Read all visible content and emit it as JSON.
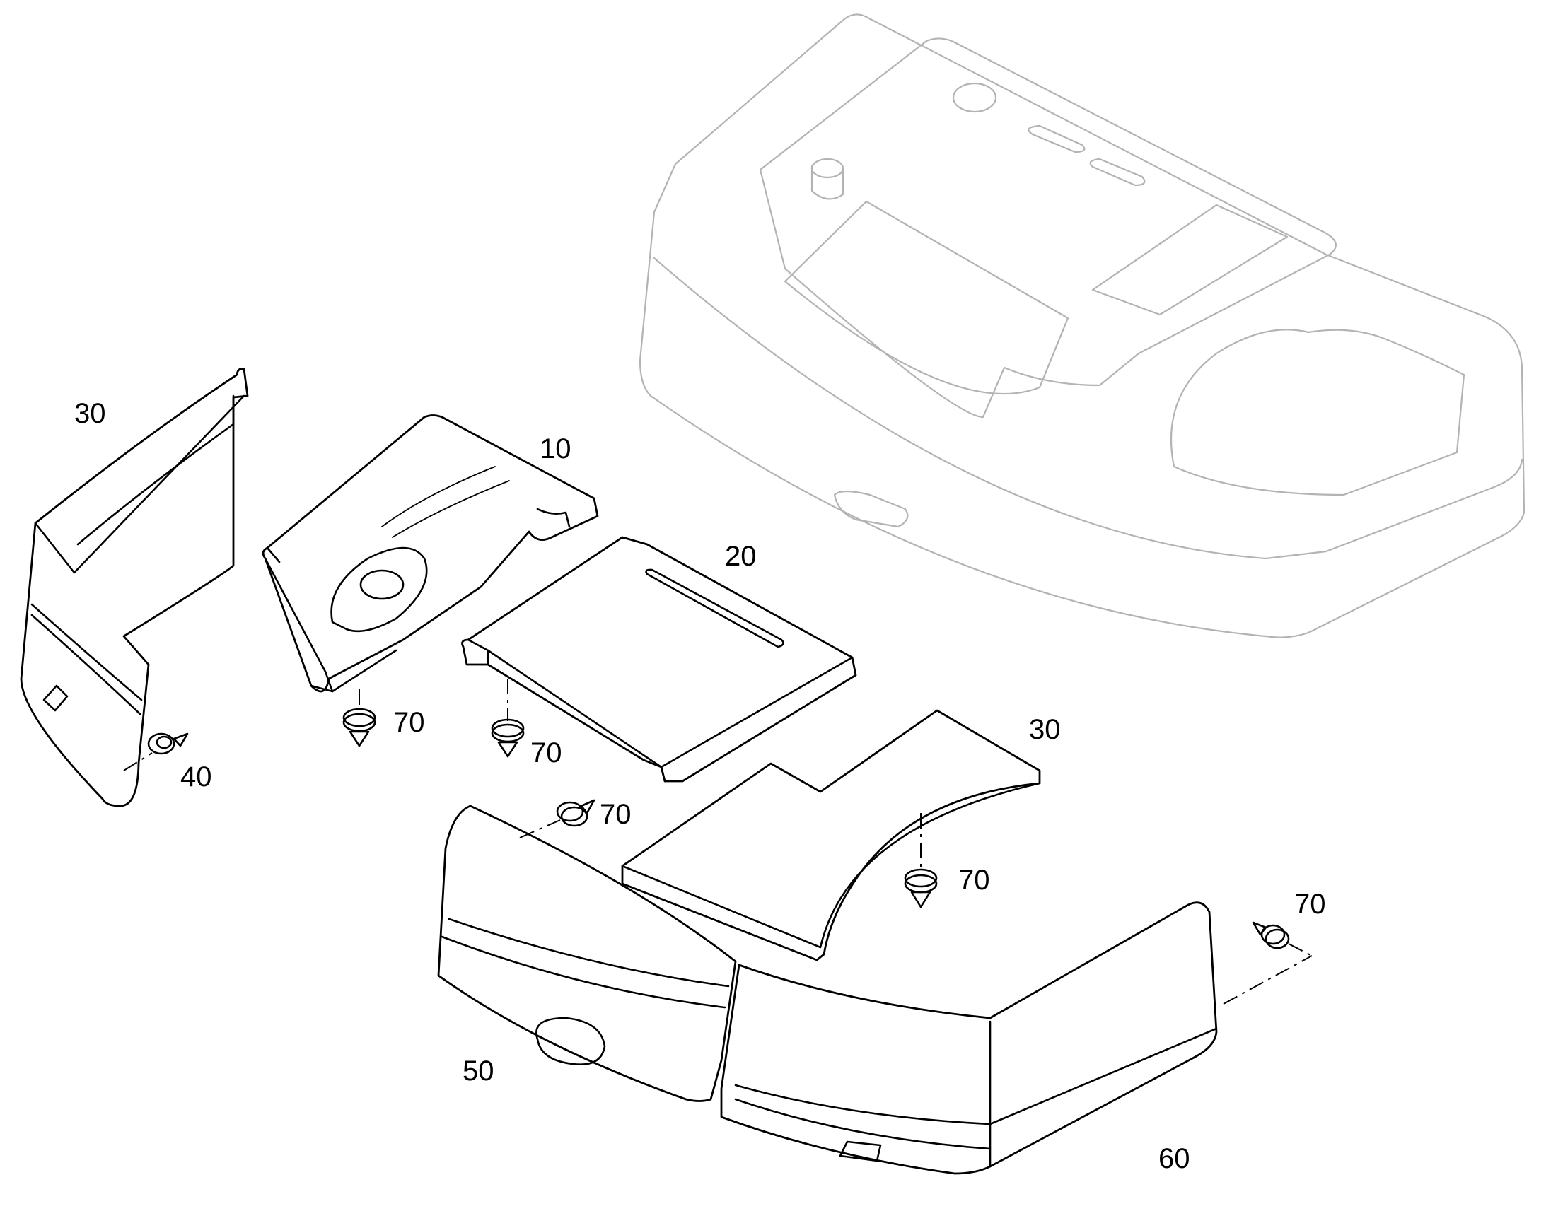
{
  "diagram": {
    "type": "exploded parts view",
    "callouts": {
      "p10": "10",
      "p20": "20",
      "p30_left": "30",
      "p30_right": "30",
      "p40": "40",
      "p50": "50",
      "p60": "60",
      "p70_a": "70",
      "p70_b": "70",
      "p70_c": "70",
      "p70_d": "70",
      "p70_e": "70"
    }
  }
}
